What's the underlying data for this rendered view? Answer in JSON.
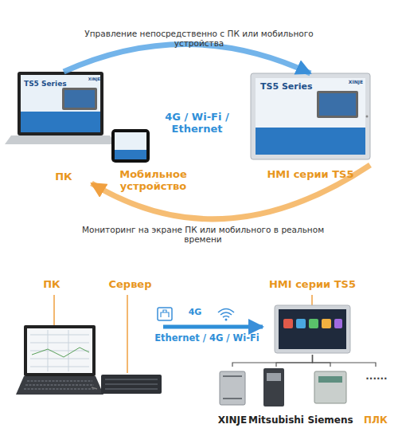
{
  "diagram": {
    "nodes": [
      {
        "text": [
          "ПК"
        ]
      },
      {
        "text": [
          "Мобильное устройство"
        ]
      },
      {
        "text": [
          "HMI серии TS5"
        ]
      },
      {
        "text": [
          "ПК"
        ]
      },
      {
        "text": [
          "Сервер"
        ]
      },
      {
        "text": [
          "HMI серии TS5"
        ]
      },
      {
        "text": [
          "XINJE"
        ]
      },
      {
        "text": [
          "Mitsubishi"
        ]
      },
      {
        "text": [
          "Siemens"
        ]
      },
      {
        "text": [
          "ПЛК"
        ]
      }
    ],
    "edges": [
      {
        "from": 0,
        "to": 2,
        "arrow": "to",
        "label": "Управление непосредственно с ПК или мобильного устройства"
      },
      {
        "from": 2,
        "to": 0,
        "arrow": "to",
        "label": "Мониторинг на экране ПК или мобильного в реальном времени"
      },
      {
        "from": 3,
        "to": 4,
        "arrow": "none"
      },
      {
        "from": 4,
        "to": 5,
        "arrow": "to",
        "label": "Ethernet / 4G / Wi-Fi"
      },
      {
        "from": 5,
        "to": 6,
        "arrow": "none"
      },
      {
        "from": 5,
        "to": 7,
        "arrow": "none"
      },
      {
        "from": 5,
        "to": 8,
        "arrow": "none"
      },
      {
        "from": 5,
        "to": 9,
        "arrow": "none"
      }
    ],
    "labels": [
      "4G / Wi-Fi / Ethernet",
      "TS5 Series",
      "XINJE",
      "TS5 Series",
      "XINJE",
      "4G",
      "......"
    ]
  }
}
